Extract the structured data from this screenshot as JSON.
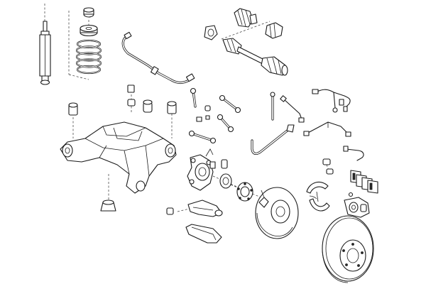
{
  "diagram": {
    "parts": [
      {
        "name": "shock-absorber"
      },
      {
        "name": "coil-spring-with-mounts"
      },
      {
        "name": "stabilizer-bar"
      },
      {
        "name": "drive-shaft-boots"
      },
      {
        "name": "drive-shaft"
      },
      {
        "name": "rear-subframe"
      },
      {
        "name": "subframe-bushings"
      },
      {
        "name": "control-arm-links"
      },
      {
        "name": "stabilizer-links"
      },
      {
        "name": "wheel-carrier"
      },
      {
        "name": "wheel-bearing"
      },
      {
        "name": "wheel-hub"
      },
      {
        "name": "lower-control-arm"
      },
      {
        "name": "spring-seat-pad"
      },
      {
        "name": "brake-backing-plate"
      },
      {
        "name": "parking-brake-shoes"
      },
      {
        "name": "brake-disc"
      },
      {
        "name": "abs-sensors"
      },
      {
        "name": "brake-hoses"
      },
      {
        "name": "brake-pads"
      },
      {
        "name": "brake-caliper"
      }
    ]
  }
}
